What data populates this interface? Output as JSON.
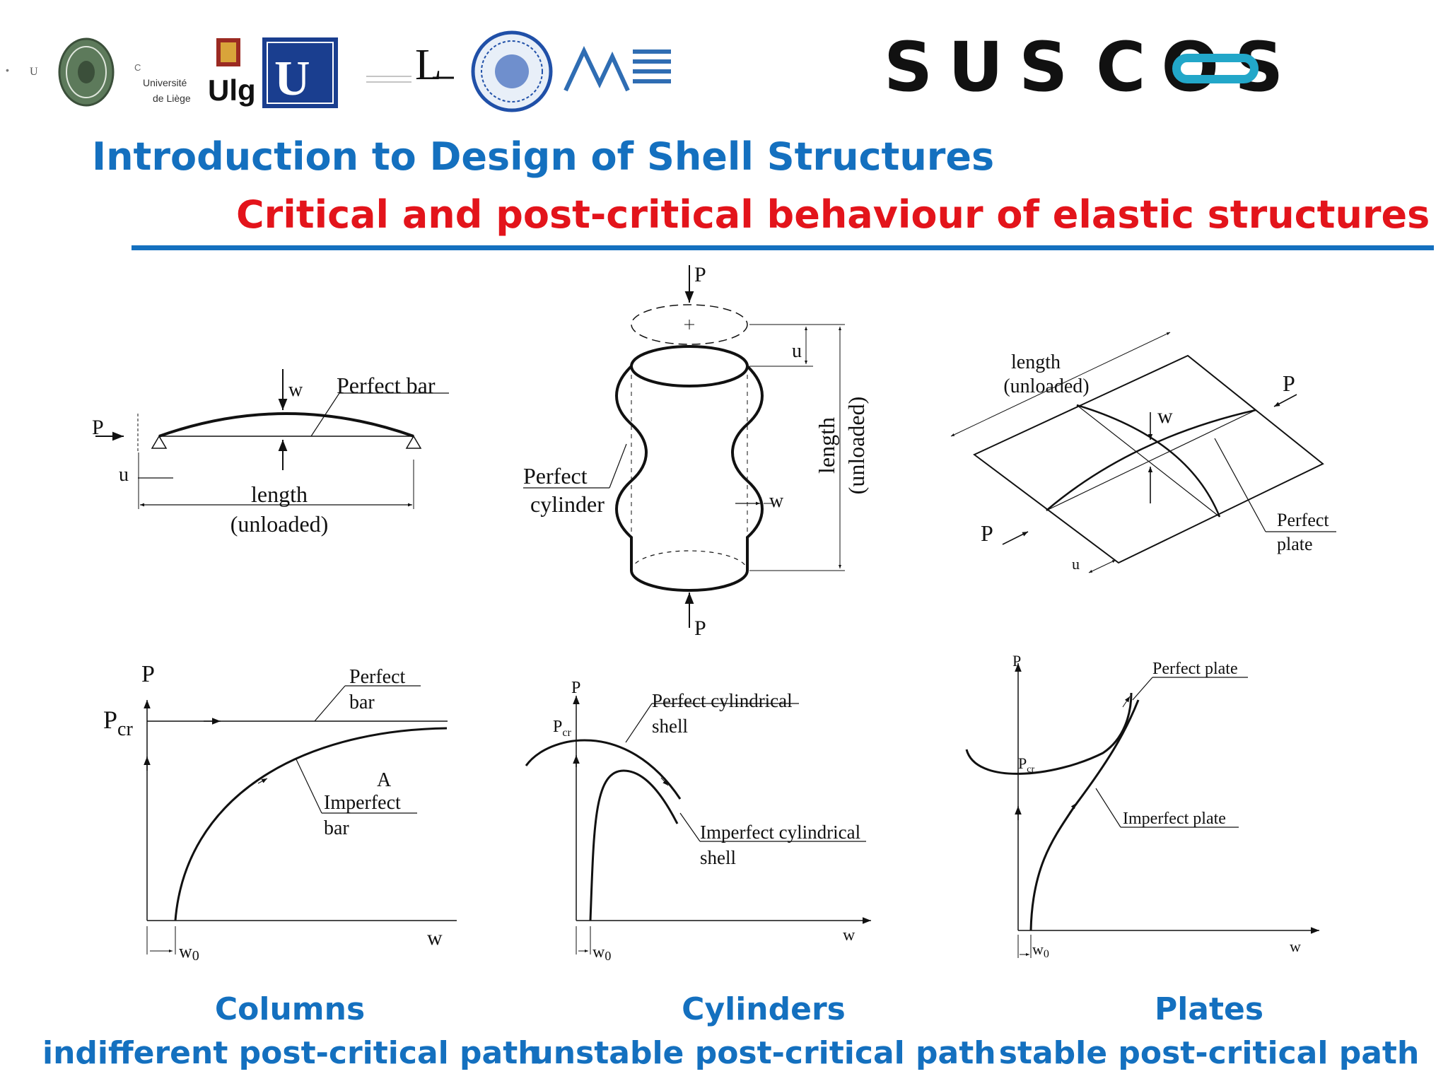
{
  "header": {
    "title": "Introduction to Design of Shell Structures",
    "subtitle": "Critical and post-critical behaviour of elastic structures",
    "accent_color": "#1470bf",
    "subtitle_color": "#e3141b",
    "logos": {
      "liege_line1": "Université",
      "liege_line2": "de Liège",
      "ulg": "Ulg",
      "u_badge": "U",
      "lulea": "L",
      "sus": "SUS",
      "cos": "COS"
    }
  },
  "columns": {
    "top": {
      "load": "P",
      "deflection": "w",
      "shortening": "u",
      "perfect_label": "Perfect bar",
      "length_1": "length",
      "length_2": "(unloaded)"
    },
    "graph": {
      "y_axis": "P",
      "pcr": "P",
      "pcr_sub": "cr",
      "perfect_1": "Perfect",
      "perfect_2": "bar",
      "point_a": "A",
      "imperfect_1": "Imperfect",
      "imperfect_2": "bar",
      "w0": "w",
      "w0_sub": "0",
      "x_axis": "w"
    },
    "caption_1": "Columns",
    "caption_2": "indifferent post-critical path"
  },
  "cylinders": {
    "top": {
      "load": "P",
      "shortening": "u",
      "deflection": "w",
      "perfect_1": "Perfect",
      "perfect_2": "cylinder",
      "length_1": "length",
      "length_2": "(unloaded)"
    },
    "graph": {
      "y_axis": "P",
      "pcr": "P",
      "pcr_sub": "cr",
      "perfect_1": "Perfect cylindrical",
      "perfect_2": "shell",
      "imperfect_1": "Imperfect cylindrical",
      "imperfect_2": "shell",
      "w0": "w",
      "w0_sub": "0",
      "x_axis": "w"
    },
    "caption_1": "Cylinders",
    "caption_2": "unstable post-critical path"
  },
  "plates": {
    "top": {
      "load": "P",
      "deflection": "w",
      "shortening": "u",
      "length_1": "length",
      "length_2": "(unloaded)",
      "perfect_1": "Perfect",
      "perfect_2": "plate"
    },
    "graph": {
      "y_axis": "P",
      "pcr": "P",
      "pcr_sub": "cr",
      "perfect": "Perfect plate",
      "imperfect": "Imperfect plate",
      "w0": "w",
      "w0_sub": "0",
      "x_axis": "w"
    },
    "caption_1": "Plates",
    "caption_2": "stable post-critical path"
  }
}
